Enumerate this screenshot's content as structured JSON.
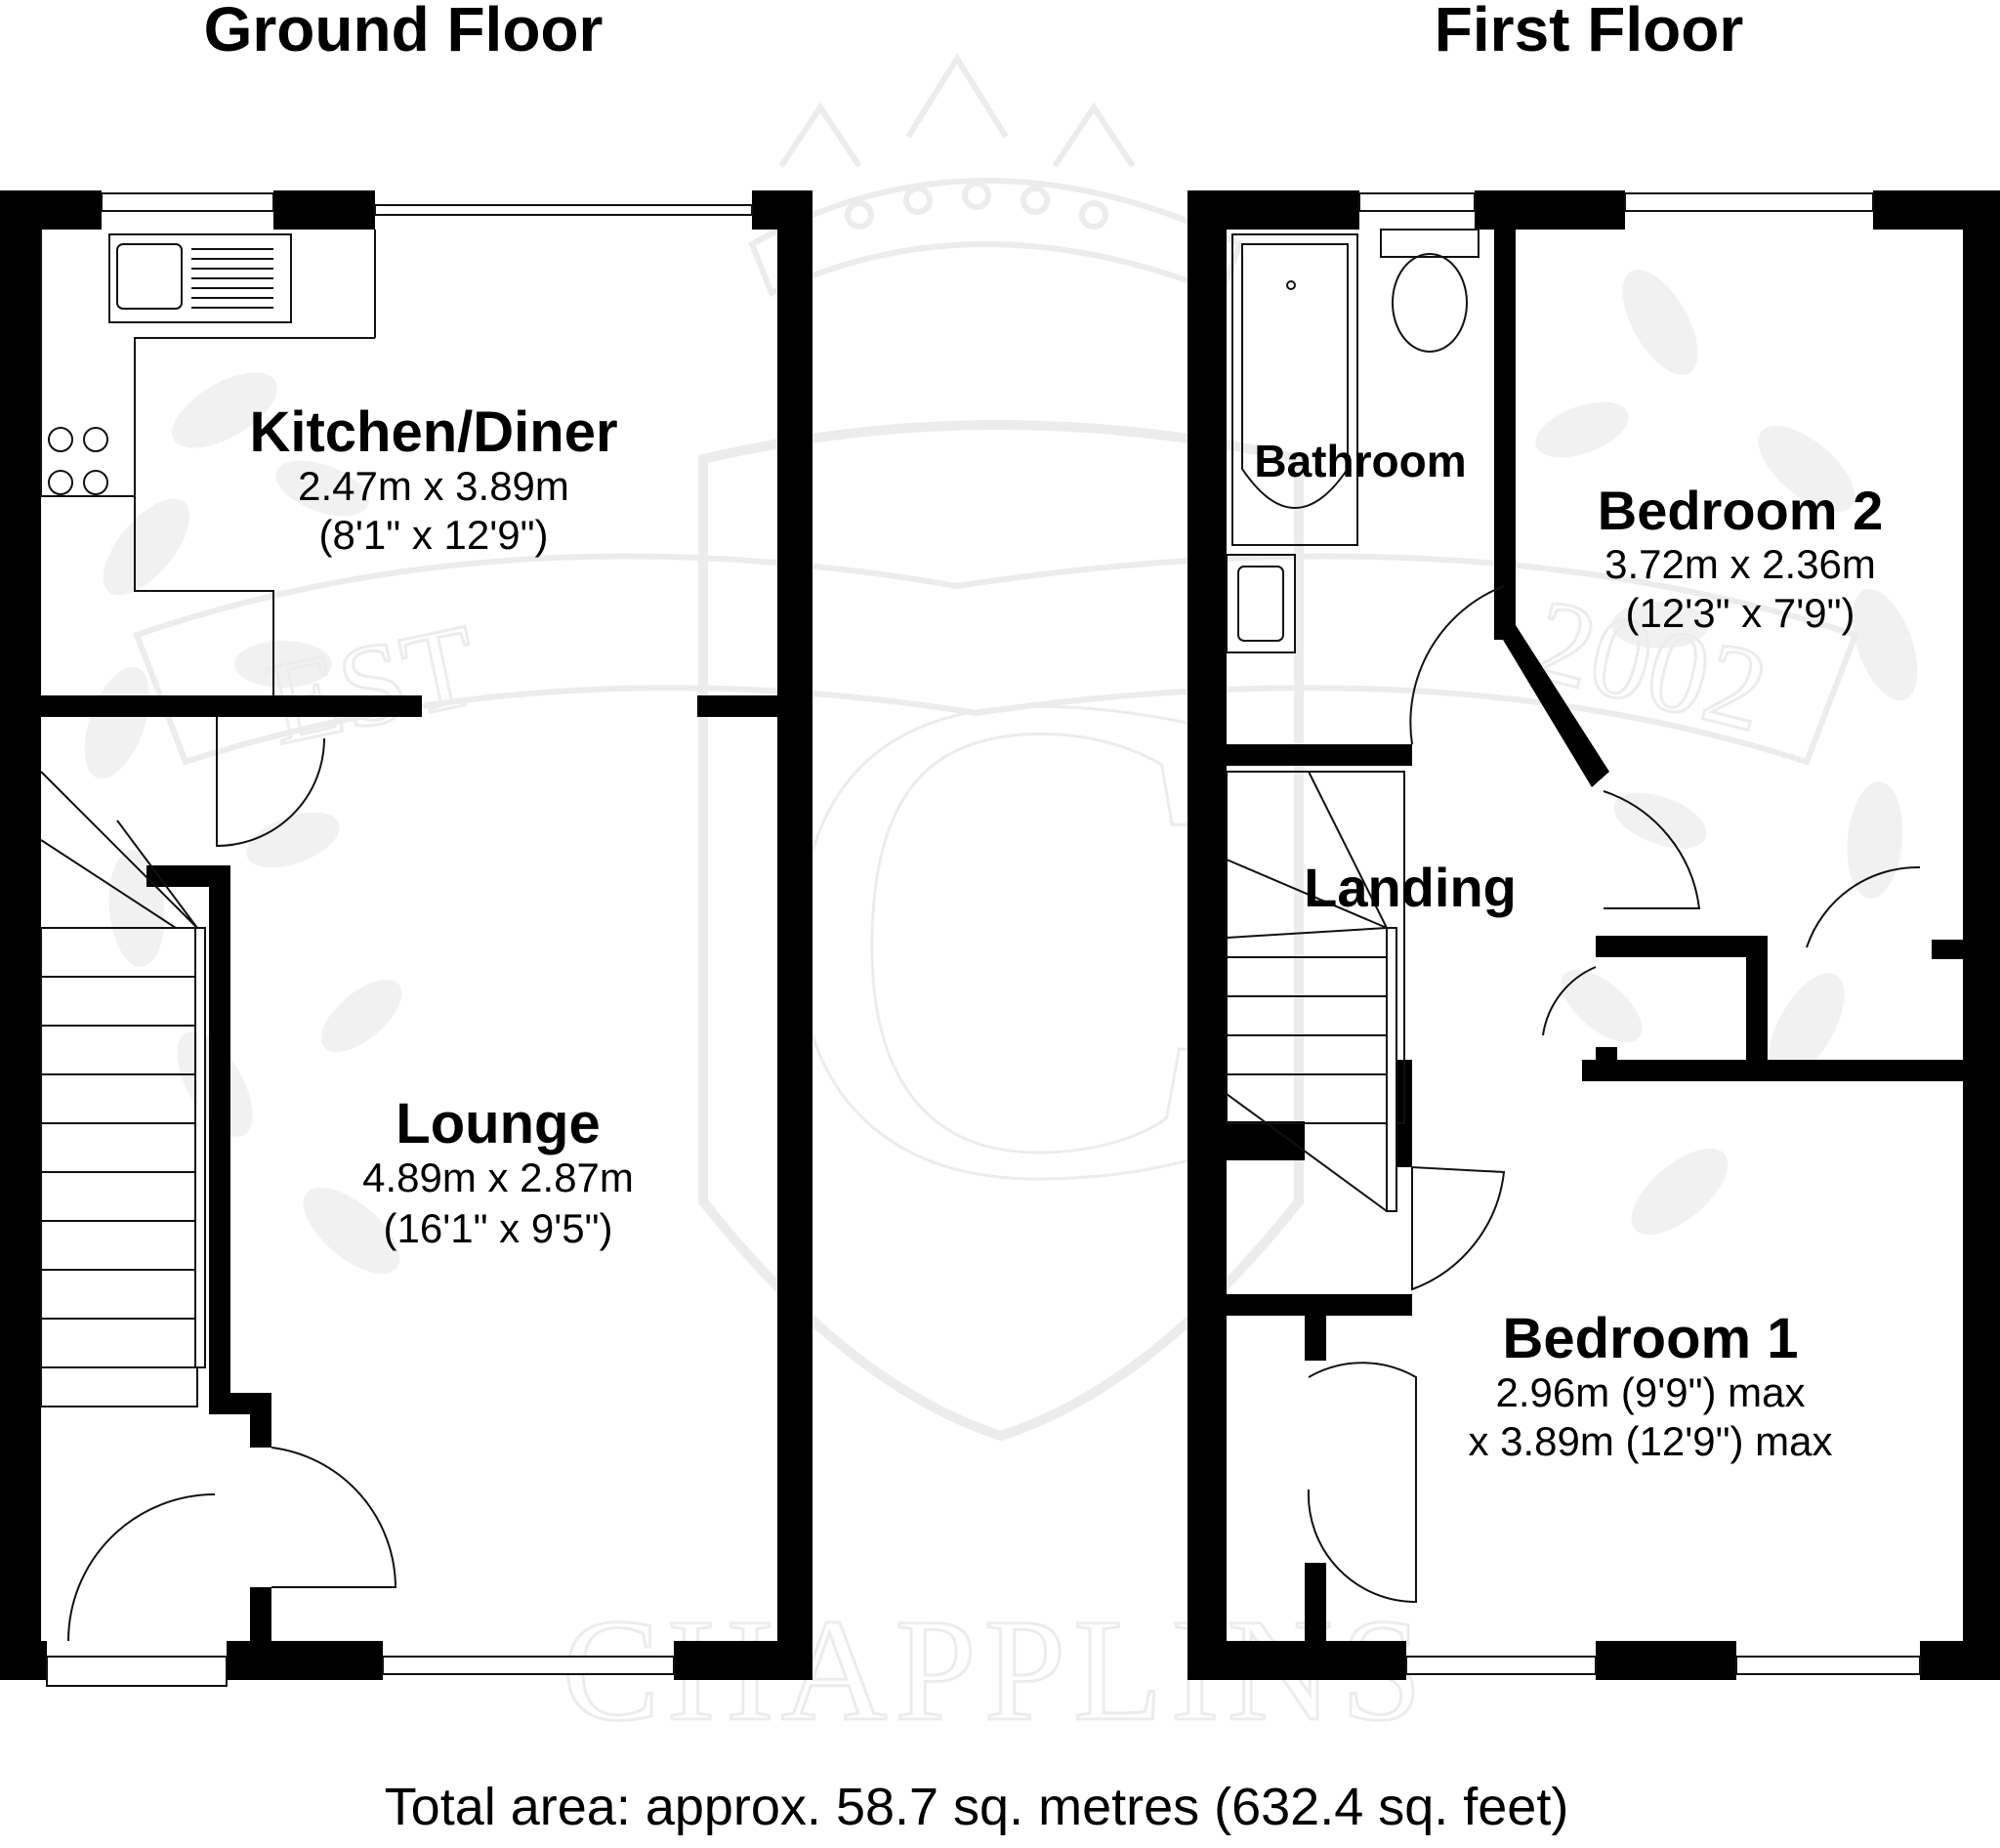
{
  "floors": {
    "ground": {
      "title": "Ground Floor",
      "rooms": {
        "kitchen": {
          "name": "Kitchen/Diner",
          "dim_metric": "2.47m x 3.89m",
          "dim_imperial": "(8'1\" x 12'9\")"
        },
        "lounge": {
          "name": "Lounge",
          "dim_metric": "4.89m x 2.87m",
          "dim_imperial": "(16'1\" x 9'5\")"
        }
      }
    },
    "first": {
      "title": "First Floor",
      "rooms": {
        "bathroom": {
          "name": "Bathroom"
        },
        "bedroom2": {
          "name": "Bedroom 2",
          "dim_metric": "3.72m x 2.36m",
          "dim_imperial": "(12'3\" x 7'9\")"
        },
        "landing": {
          "name": "Landing"
        },
        "bedroom1": {
          "name": "Bedroom 1",
          "dim_line1": "2.96m (9'9\") max",
          "dim_line2": "x 3.89m (12'9\") max"
        }
      }
    }
  },
  "total_area": "Total area: approx. 58.7 sq. metres (632.4 sq. feet)",
  "watermark": {
    "brand": "CHAPPLINS",
    "est_label": "EST",
    "year": "2002",
    "monogram": "C"
  }
}
